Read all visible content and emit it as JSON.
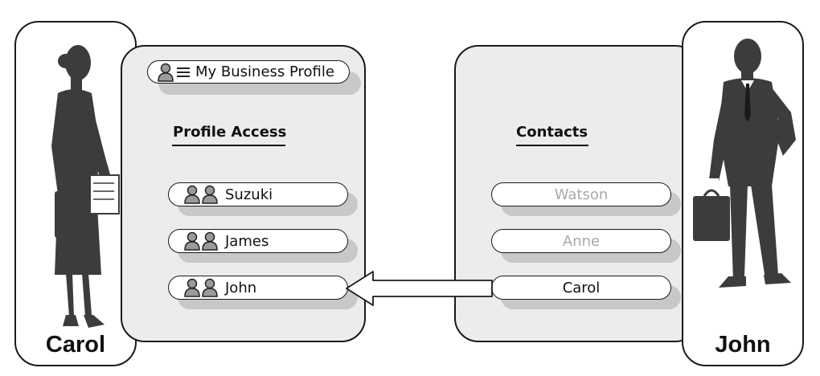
{
  "people": {
    "left": {
      "name": "Carol"
    },
    "right": {
      "name": "John"
    }
  },
  "left_panel": {
    "profile_title": "My Business Profile",
    "heading": "Profile Access",
    "items": [
      {
        "label": "Suzuki",
        "icon": "two-people-icon"
      },
      {
        "label": "James",
        "icon": "two-people-icon"
      },
      {
        "label": "John",
        "icon": "two-people-icon"
      }
    ]
  },
  "right_panel": {
    "heading": "Contacts",
    "items": [
      {
        "label": "Watson",
        "muted": true
      },
      {
        "label": "Anne",
        "muted": true
      },
      {
        "label": "Carol",
        "muted": false
      }
    ]
  },
  "colors": {
    "silhouette": "#3c3c3c",
    "panel": "#ececec",
    "shadow": "#c8c8c8",
    "muted_text": "#a8a8a8"
  }
}
